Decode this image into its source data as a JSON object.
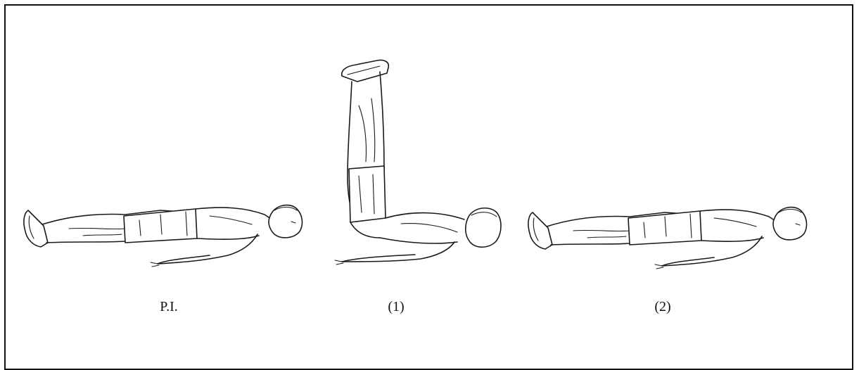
{
  "figures": [
    {
      "id": "pi",
      "caption": "P.I."
    },
    {
      "id": "step1",
      "caption": "(1)"
    },
    {
      "id": "step2",
      "caption": "(2)"
    }
  ],
  "colors": {
    "line": "#1a1a1a",
    "frame": "#111111",
    "background": "#ffffff"
  }
}
